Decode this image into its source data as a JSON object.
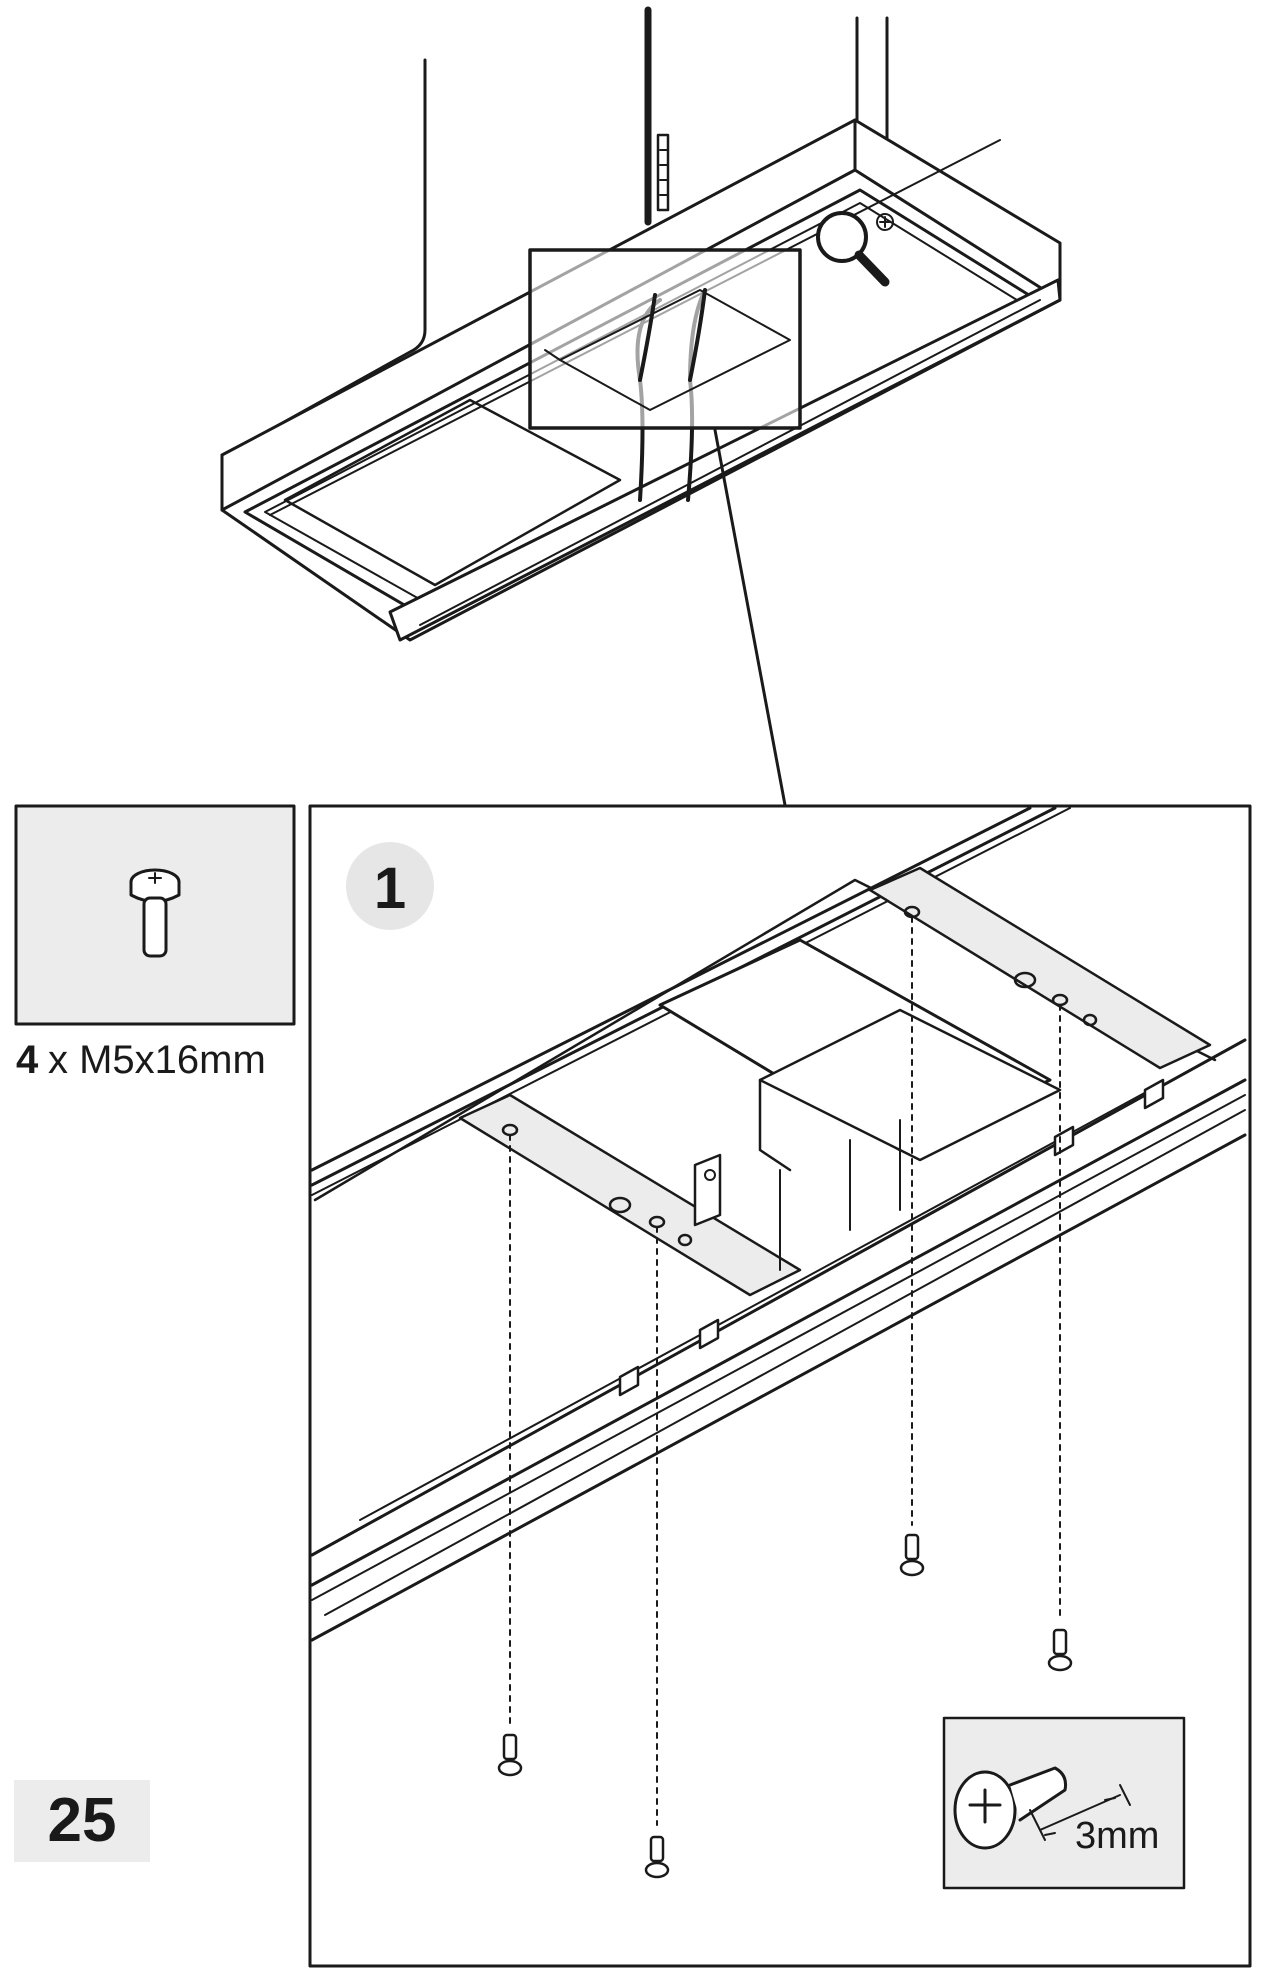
{
  "parts": {
    "screw_count": "4",
    "screw_spec": "x M5x16mm"
  },
  "step": {
    "number": "1"
  },
  "detail": {
    "dimension": "3mm"
  },
  "page": {
    "number": "25"
  },
  "icons": {
    "zoom": "magnifier-plus-icon",
    "screw": "screw-icon",
    "screw_head": "phillips-screw-head-icon"
  },
  "colors": {
    "line": "#1a1a1a",
    "panel_fill": "#ececec",
    "badge_fill": "#e6e6e6"
  }
}
